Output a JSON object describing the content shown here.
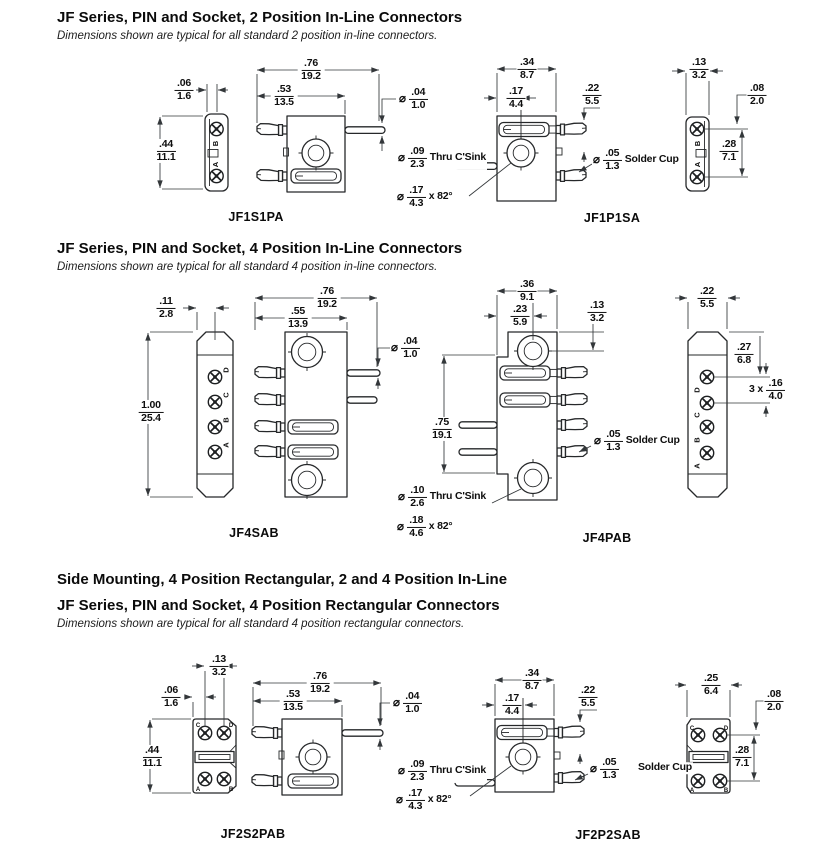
{
  "sections": [
    {
      "title": "JF Series, PIN and Socket, 2 Position In-Line Connectors",
      "subtitle": "Dimensions shown are typical for all standard 2 position in-line connectors."
    },
    {
      "title": "JF Series, PIN and Socket, 4 Position In-Line Connectors",
      "subtitle": "Dimensions shown are typical for all standard 4 position in-line connectors."
    },
    {
      "pretitle": "Side Mounting, 4 Position Rectangular, 2 and 4 Position In-Line",
      "title": "JF Series, PIN and Socket, 4 Position Rectangular Connectors",
      "subtitle": "Dimensions shown are typical for all standard 4 position rectangular connectors."
    }
  ],
  "names": [
    "JF1S1PA",
    "JF1P1SA",
    "JF4SAB",
    "JF4PAB",
    "JF2S2PAB",
    "JF2P2SAB"
  ],
  "letters": {
    "two": [
      "B",
      "A"
    ],
    "four": [
      "D",
      "C",
      "B",
      "A"
    ],
    "quad": [
      "C",
      "D",
      "A",
      "B"
    ]
  },
  "dims": {
    "d0": {
      "in": ".06",
      "mm": "1.6"
    },
    "d1": {
      "in": ".44",
      "mm": "11.1"
    },
    "d2": {
      "in": ".76",
      "mm": "19.2"
    },
    "d3": {
      "in": ".53",
      "mm": "13.5"
    },
    "d4": {
      "pre": "⌀",
      "in": ".04",
      "mm": "1.0"
    },
    "d5": {
      "pre": "⌀",
      "in": ".09",
      "mm": "2.3",
      "note": "Thru C'Sink"
    },
    "d6": {
      "pre": "⌀",
      "in": ".17",
      "mm": "4.3",
      "note": "x 82°"
    },
    "d7": {
      "in": ".34",
      "mm": "8.7"
    },
    "d8": {
      "in": ".17",
      "mm": "4.4"
    },
    "d9": {
      "in": ".22",
      "mm": "5.5"
    },
    "d10": {
      "pre": "⌀",
      "in": ".05",
      "mm": "1.3",
      "note": "Solder Cup"
    },
    "d11": {
      "in": ".13",
      "mm": "3.2"
    },
    "d12": {
      "in": ".08",
      "mm": "2.0"
    },
    "d13": {
      "in": ".28",
      "mm": "7.1"
    },
    "d14": {
      "in": ".11",
      "mm": "2.8"
    },
    "d15": {
      "in": "1.00",
      "mm": "25.4"
    },
    "d16": {
      "in": ".76",
      "mm": "19.2"
    },
    "d17": {
      "in": ".55",
      "mm": "13.9"
    },
    "d18": {
      "pre": "⌀",
      "in": ".04",
      "mm": "1.0"
    },
    "d19": {
      "in": ".36",
      "mm": "9.1"
    },
    "d20": {
      "in": ".23",
      "mm": "5.9"
    },
    "d21": {
      "in": ".13",
      "mm": "3.2"
    },
    "d22": {
      "in": ".75",
      "mm": "19.1"
    },
    "d23": {
      "pre": "⌀",
      "in": ".05",
      "mm": "1.3",
      "note": "Solder Cup"
    },
    "d24": {
      "pre": "⌀",
      "in": ".10",
      "mm": "2.6",
      "note": "Thru C'Sink"
    },
    "d25": {
      "pre": "⌀",
      "in": ".18",
      "mm": "4.6",
      "note": "x 82°"
    },
    "d26": {
      "in": ".22",
      "mm": "5.5"
    },
    "d27": {
      "in": ".27",
      "mm": "6.8"
    },
    "d28": {
      "pre": "3 x",
      "in": ".16",
      "mm": "4.0"
    },
    "d29": {
      "in": ".13",
      "mm": "3.2"
    },
    "d30": {
      "in": ".06",
      "mm": "1.6"
    },
    "d31": {
      "in": ".44",
      "mm": "11.1"
    },
    "d32": {
      "in": ".76",
      "mm": "19.2"
    },
    "d33": {
      "in": ".53",
      "mm": "13.5"
    },
    "d34": {
      "pre": "⌀",
      "in": ".04",
      "mm": "1.0"
    },
    "d35": {
      "pre": "⌀",
      "in": ".09",
      "mm": "2.3",
      "note": "Thru C'Sink"
    },
    "d36": {
      "pre": "⌀",
      "in": ".17",
      "mm": "4.3",
      "note": "x 82°"
    },
    "d37": {
      "in": ".34",
      "mm": "8.7"
    },
    "d38": {
      "in": ".17",
      "mm": "4.4"
    },
    "d39": {
      "in": ".22",
      "mm": "5.5"
    },
    "d40": {
      "pre": "⌀",
      "in": ".05",
      "mm": "1.3"
    },
    "d41": {
      "note": "Solder Cup"
    },
    "d42": {
      "in": ".25",
      "mm": "6.4"
    },
    "d43": {
      "in": ".08",
      "mm": "2.0"
    },
    "d44": {
      "in": ".28",
      "mm": "7.1"
    }
  }
}
